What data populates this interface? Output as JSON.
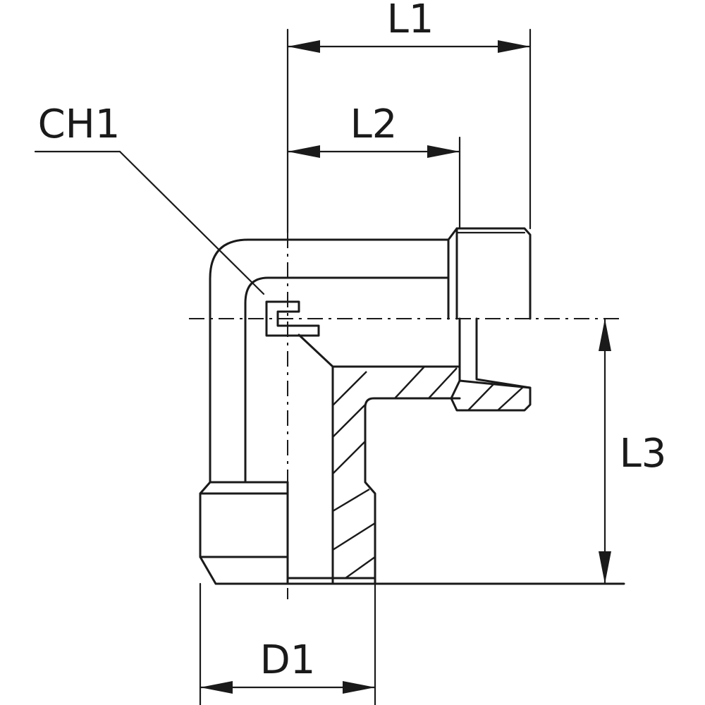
{
  "diagram": {
    "labels": {
      "ch1": "CH1",
      "l1": "L1",
      "l2": "L2",
      "l3": "L3",
      "d1": "D1"
    }
  }
}
